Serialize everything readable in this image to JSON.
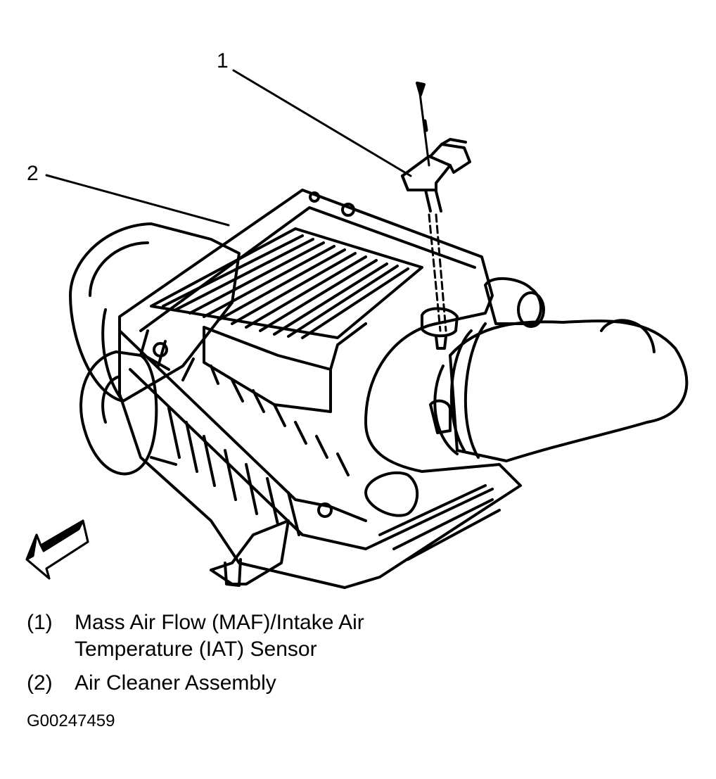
{
  "callouts": [
    {
      "number": "1"
    },
    {
      "number": "2"
    }
  ],
  "legend": [
    {
      "key": "(1)",
      "text": "Mass Air Flow (MAF)/Intake Air",
      "text2": "Temperature (IAT) Sensor"
    },
    {
      "key": "(2)",
      "text": "Air Cleaner Assembly"
    }
  ],
  "figure_id": "G00247459",
  "colors": {
    "line": "#000000",
    "background": "#ffffff"
  },
  "icons": {
    "direction_arrow": "front-arrow-icon"
  }
}
